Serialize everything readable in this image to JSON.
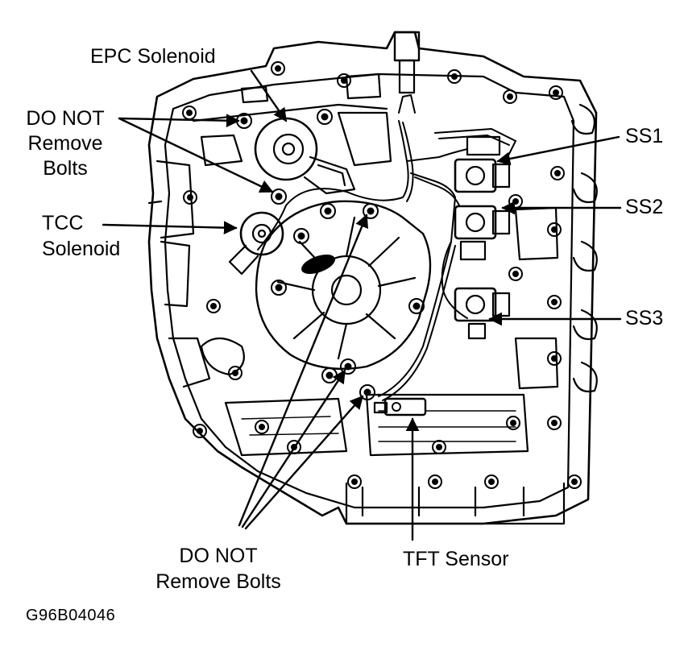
{
  "labels": {
    "epc": "EPC Solenoid",
    "do_not_1": "DO NOT",
    "remove_1": "Remove",
    "bolts_1": "Bolts",
    "tcc": "TCC",
    "tcc_solenoid": "Solenoid",
    "ss1": "SS1",
    "ss2": "SS2",
    "ss3": "SS3",
    "do_not_2": "DO NOT",
    "remove_bolts_2": "Remove Bolts",
    "tft": "TFT Sensor"
  },
  "figure_id": "G96B04046",
  "colors": {
    "ink": "#000000",
    "paper": "#ffffff"
  }
}
